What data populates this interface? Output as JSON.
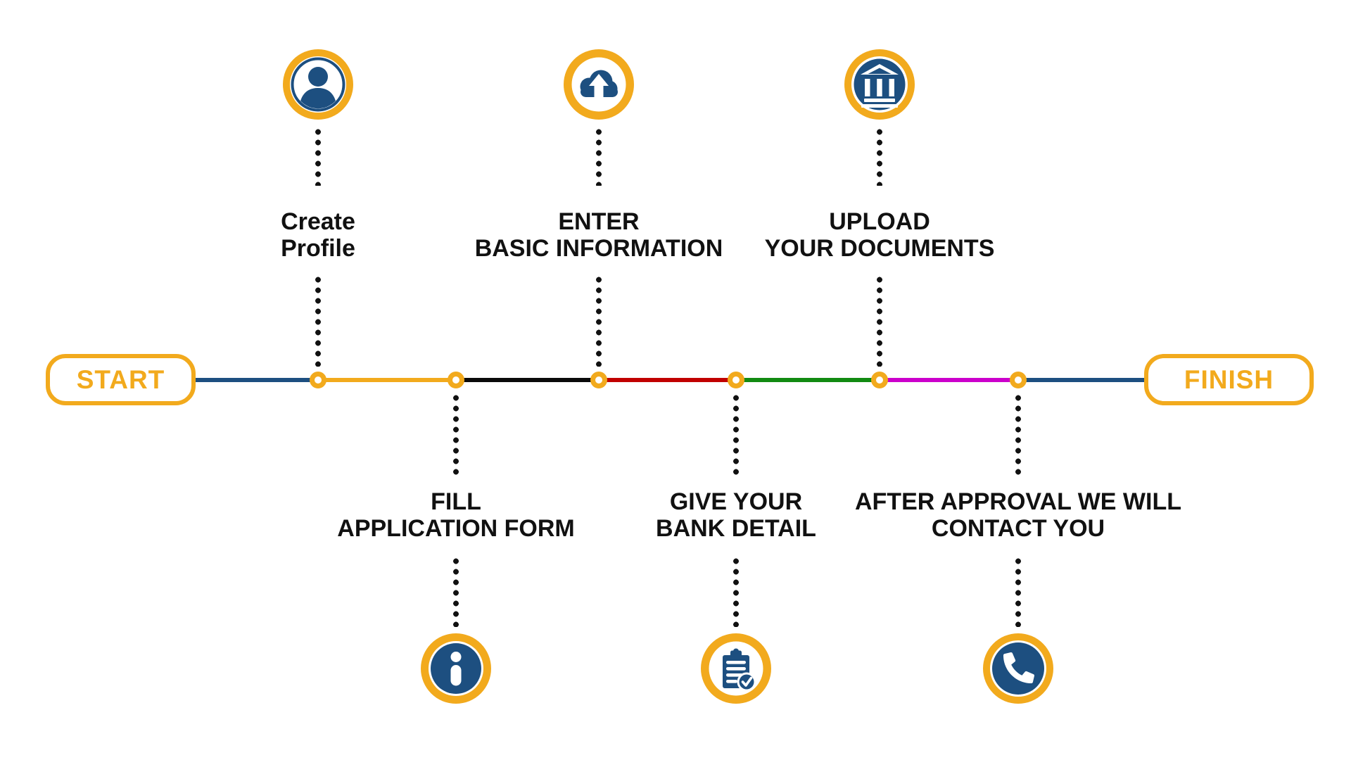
{
  "start_button": {
    "label": "START"
  },
  "finish_button": {
    "label": "FINISH"
  },
  "steps": [
    {
      "name": "create-profile",
      "side": "top",
      "icon": "person-icon",
      "label_lines": [
        "Create",
        "Profile"
      ]
    },
    {
      "name": "fill-application-form",
      "side": "bottom",
      "icon": "info-icon",
      "label_lines": [
        "FILL",
        "APPLICATION FORM"
      ]
    },
    {
      "name": "enter-basic-information",
      "side": "top",
      "icon": "cloud-upload-icon",
      "label_lines": [
        "ENTER",
        "BASIC INFORMATION"
      ]
    },
    {
      "name": "give-your-bank-detail",
      "side": "bottom",
      "icon": "clipboard-check-icon",
      "label_lines": [
        "GIVE YOUR",
        "BANK DETAIL"
      ]
    },
    {
      "name": "upload-your-documents",
      "side": "top",
      "icon": "bank-icon",
      "label_lines": [
        "UPLOAD",
        "YOUR DOCUMENTS"
      ]
    },
    {
      "name": "after-approval-contact",
      "side": "bottom",
      "icon": "phone-icon",
      "label_lines": [
        "AFTER APPROVAL WE WILL",
        "CONTACT YOU"
      ]
    }
  ],
  "timeline": {
    "segments": [
      {
        "name": "start-to-step1",
        "color": "#1D4F80"
      },
      {
        "name": "step1-to-step2",
        "color": "#F2AA1D"
      },
      {
        "name": "step2-to-step3",
        "color": "#0A0A0A"
      },
      {
        "name": "step3-to-step4",
        "color": "#C10000"
      },
      {
        "name": "step4-to-step5",
        "color": "#128A12"
      },
      {
        "name": "step5-to-step6",
        "color": "#CC00CC"
      },
      {
        "name": "step6-to-finish",
        "color": "#1D4F80"
      }
    ],
    "node_ring_color": "#F2AA1D",
    "dotted_connector_color": "#111111"
  },
  "colors": {
    "accent_yellow": "#F2AA1D",
    "brand_blue": "#1D4F80",
    "text": "#111111",
    "background": "#FFFFFF"
  }
}
